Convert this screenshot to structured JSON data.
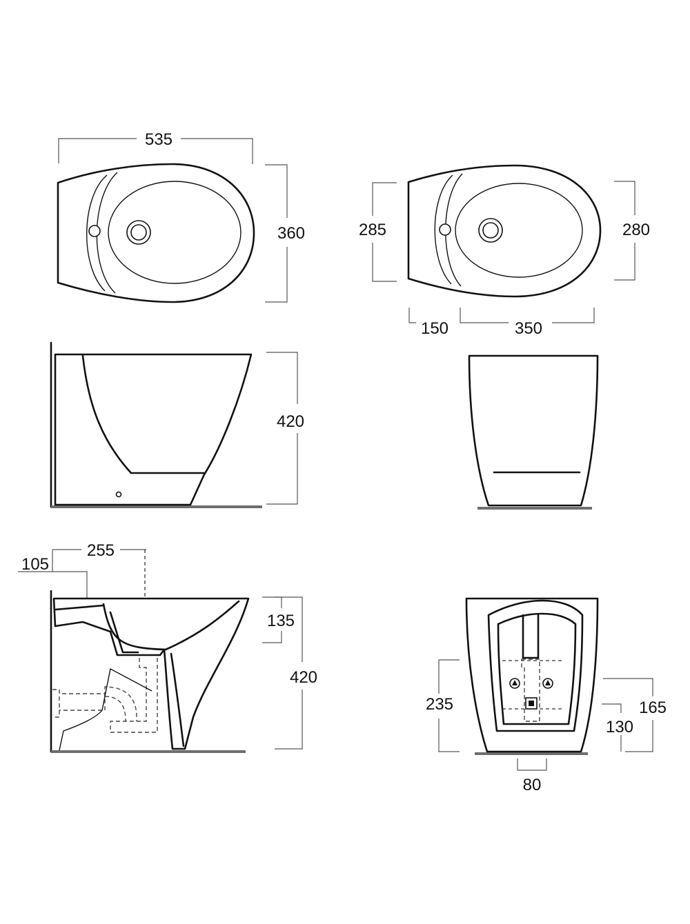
{
  "drawing": {
    "views": [
      {
        "id": "top-view-full",
        "dimensions": {
          "width": "535",
          "depth": "360"
        }
      },
      {
        "id": "top-view-compact",
        "dimensions": {
          "left_depth": "285",
          "right_depth": "280",
          "offset": "150",
          "length": "350"
        }
      },
      {
        "id": "side-elevation",
        "dimensions": {
          "height": "420"
        }
      },
      {
        "id": "front-elevation",
        "dimensions": {}
      },
      {
        "id": "side-section-plumbing",
        "dimensions": {
          "supply_offset": "105",
          "waste_offset": "255",
          "rim_depth": "135",
          "height": "420"
        }
      },
      {
        "id": "rear-view-plumbing",
        "dimensions": {
          "waste_height": "235",
          "supply_height": "165",
          "fixing_height": "130",
          "fixing_spacing": "80"
        }
      }
    ]
  },
  "colors": {
    "line": "#111111",
    "dimension": "#555555",
    "floor": "#6e6e6e",
    "background": "#ffffff"
  }
}
